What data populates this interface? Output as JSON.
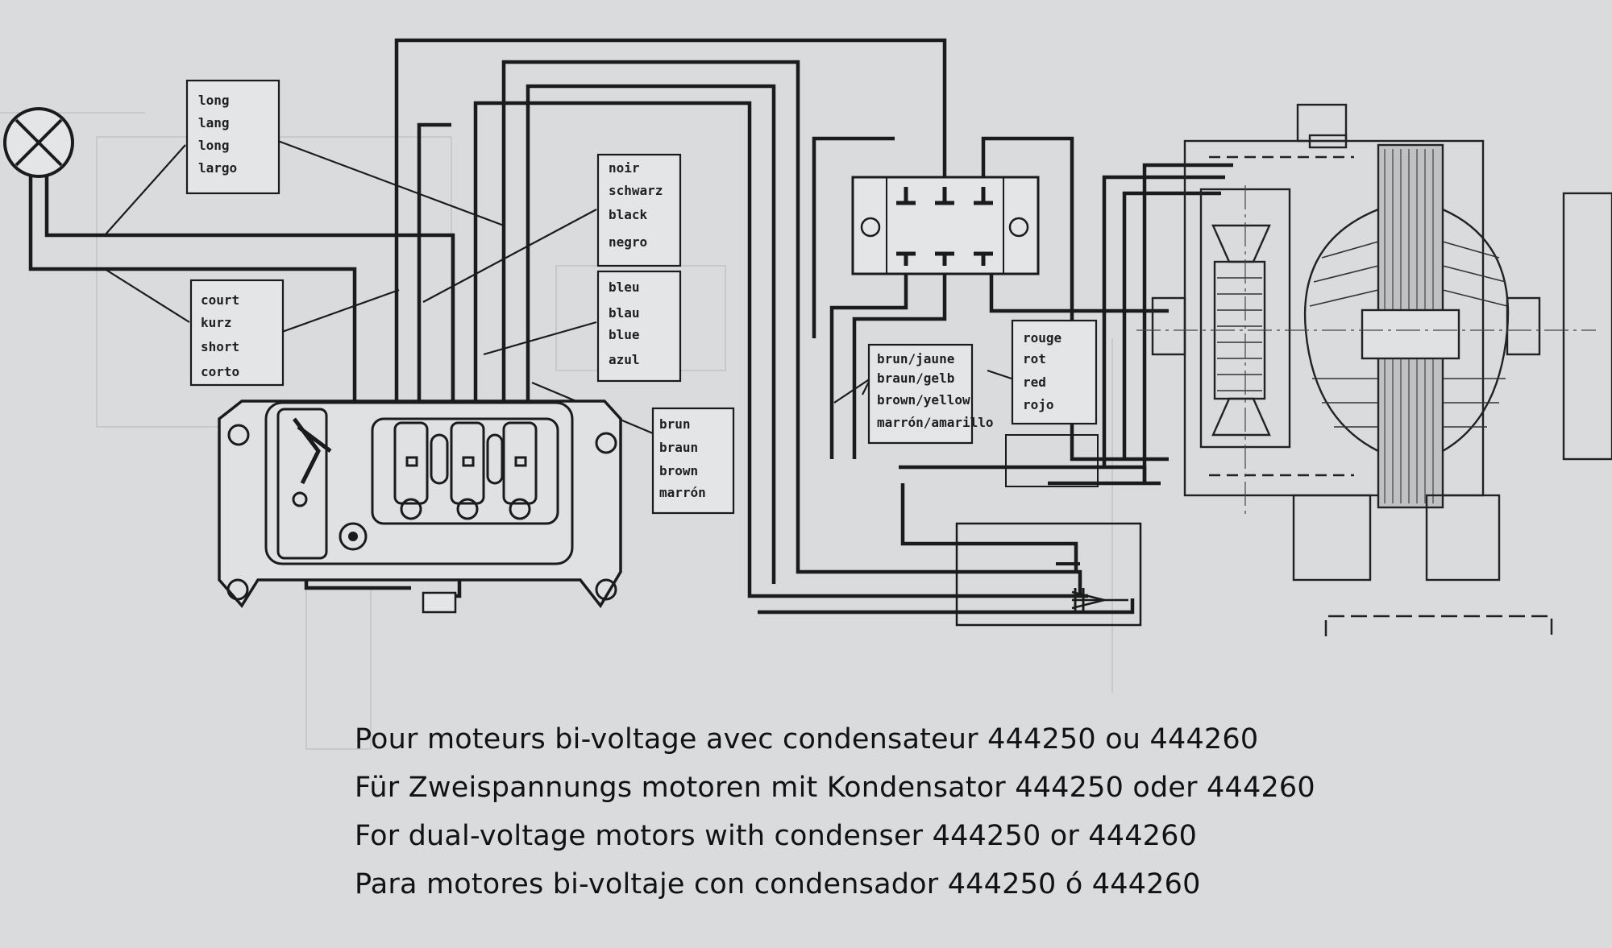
{
  "labels": {
    "long_group": [
      "long",
      "lang",
      "long",
      "largo"
    ],
    "short_group": [
      "court",
      "kurz",
      "short",
      "corto"
    ],
    "black_group": [
      "noir",
      "schwarz",
      "black",
      "negro"
    ],
    "blue_group": [
      "bleu",
      "blau",
      "blue",
      "azul"
    ],
    "brown_group": [
      "brun",
      "braun",
      "brown",
      "marrón"
    ],
    "brown_yellow_group": [
      "brun/jaune",
      "braun/gelb",
      "brown/yellow",
      "marrón/amarillo"
    ],
    "red_group": [
      "rouge",
      "rot",
      "red",
      "rojo"
    ]
  },
  "captions": [
    "Pour moteurs bi-voltage avec condensateur 444250 ou  444260",
    "Für Zweispannungs motoren  mit  Kondensator 444250 oder  444260",
    "For dual-voltage motors  with  condenser  444250 or 444260",
    "Para motores  bi-voltaje con condensador  444250 ó 444260"
  ]
}
